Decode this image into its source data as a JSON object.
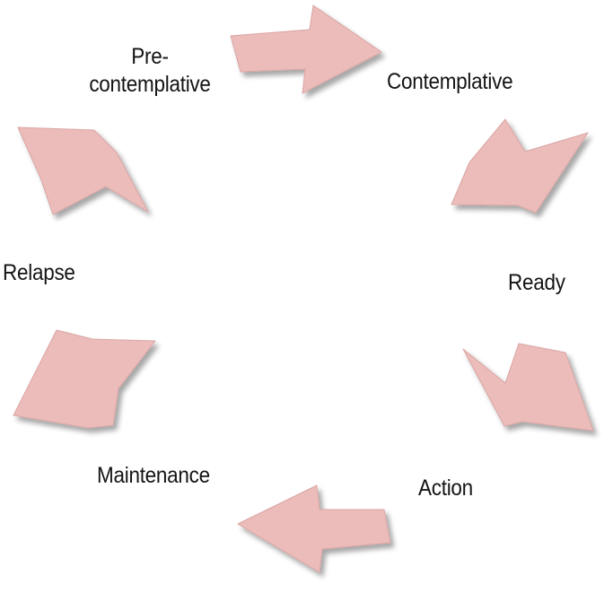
{
  "diagram": {
    "stages": {
      "precontemplative": {
        "line1": "Pre-",
        "line2": "contemplative"
      },
      "contemplative": "Contemplative",
      "ready": "Ready",
      "action": "Action",
      "maintenance": "Maintenance",
      "relapse": "Relapse"
    },
    "colors": {
      "arrow_fill": "#ebbcba",
      "arrow_stroke": "#d9a6a4",
      "arrow_shadow": "#bdbdbd",
      "text": "#141414"
    }
  }
}
